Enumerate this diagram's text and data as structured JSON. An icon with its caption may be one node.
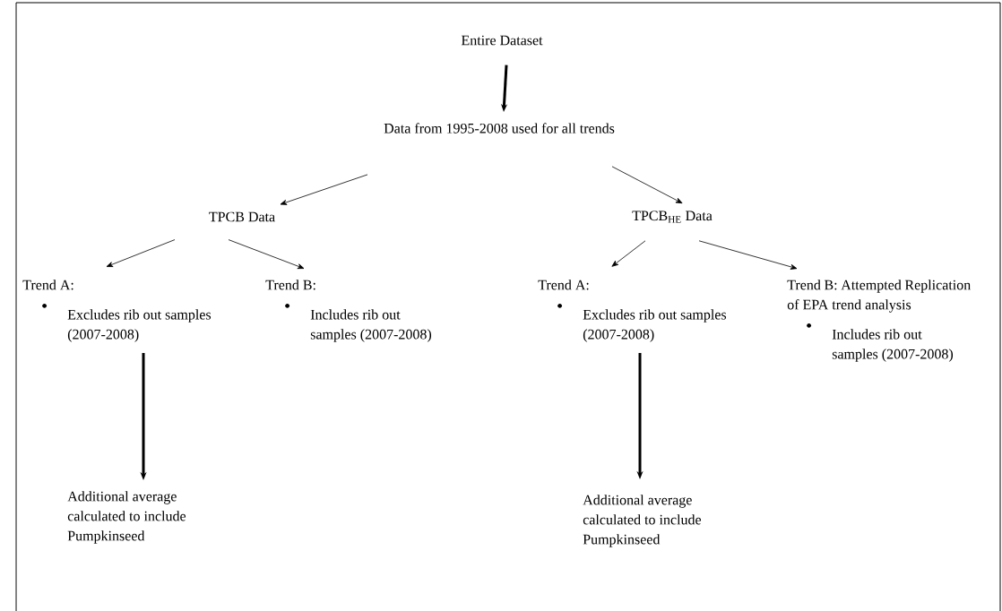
{
  "diagram": {
    "nodes": [
      {
        "text": [
          "Entire Dataset"
        ]
      },
      {
        "text": [
          "Data from 1995-2008 used for all trends"
        ]
      },
      {
        "text": [
          "TPCB Data"
        ]
      },
      {
        "text": [
          "TPCB$_{HE}$ Data"
        ]
      },
      {
        "text": [
          "Trend A:",
          "Excludes rib out samples (2007-2008)"
        ]
      },
      {
        "text": [
          "Trend B:",
          "Includes rib out samples (2007-2008)"
        ]
      },
      {
        "text": [
          "Trend A:",
          "Excludes rib out samples (2007-2008)"
        ]
      },
      {
        "text": [
          "Trend B: Attempted Replication of EPA trend analysis",
          "Includes rib out samples (2007-2008)"
        ]
      },
      {
        "text": [
          "Additional average calculated to include Pumpkinseed"
        ]
      },
      {
        "text": [
          "Additional average calculated to include Pumpkinseed"
        ]
      }
    ],
    "edges": [
      {
        "from": 0,
        "to": 1,
        "arrow": "to",
        "style": "thick"
      },
      {
        "from": 1,
        "to": 2,
        "arrow": "to"
      },
      {
        "from": 1,
        "to": 3,
        "arrow": "to"
      },
      {
        "from": 2,
        "to": 4,
        "arrow": "to"
      },
      {
        "from": 2,
        "to": 5,
        "arrow": "to"
      },
      {
        "from": 3,
        "to": 6,
        "arrow": "to"
      },
      {
        "from": 3,
        "to": 7,
        "arrow": "to"
      },
      {
        "from": 4,
        "to": 8,
        "arrow": "to",
        "style": "thick"
      },
      {
        "from": 6,
        "to": 9,
        "arrow": "to",
        "style": "thick"
      }
    ]
  }
}
